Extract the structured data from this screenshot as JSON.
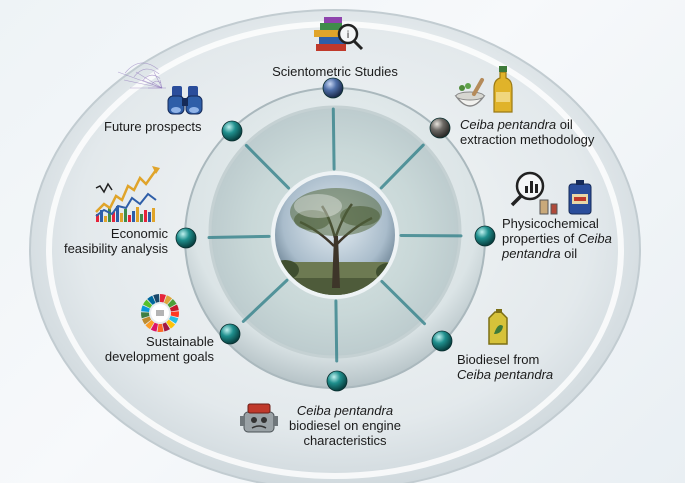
{
  "center": {
    "icon": "tree-photo"
  },
  "nodes": [
    {
      "id": "scientometric",
      "lines": [
        [
          {
            "t": "Scientometric Studies",
            "i": false
          }
        ]
      ],
      "icon": "books-magnifier-icon"
    },
    {
      "id": "extraction",
      "lines": [
        [
          {
            "t": "Ceiba pentandra",
            "i": true
          },
          {
            "t": " oil",
            "i": false
          }
        ],
        [
          {
            "t": "extraction methodology",
            "i": false
          }
        ]
      ],
      "icon": "mortar-oil-bottle-icon"
    },
    {
      "id": "physicochemical",
      "lines": [
        [
          {
            "t": "Physicochemical",
            "i": false
          }
        ],
        [
          {
            "t": "properties of ",
            "i": false
          },
          {
            "t": "Ceiba",
            "i": true
          }
        ],
        [
          {
            "t": "pentandra",
            "i": true
          },
          {
            "t": " oil",
            "i": false
          }
        ]
      ],
      "icon": "lab-analysis-icon"
    },
    {
      "id": "biodiesel",
      "lines": [
        [
          {
            "t": "Biodiesel from",
            "i": false
          }
        ],
        [
          {
            "t": "Ceiba pentandra",
            "i": true
          }
        ]
      ],
      "icon": "fuel-can-icon"
    },
    {
      "id": "engine",
      "lines": [
        [
          {
            "t": "Ceiba pentandra",
            "i": true
          }
        ],
        [
          {
            "t": "biodiesel on engine",
            "i": false
          }
        ],
        [
          {
            "t": "characteristics",
            "i": false
          }
        ]
      ],
      "icon": "engine-icon"
    },
    {
      "id": "sdg",
      "lines": [
        [
          {
            "t": "Sustainable",
            "i": false
          }
        ],
        [
          {
            "t": "development goals",
            "i": false
          }
        ]
      ],
      "icon": "sdg-wheel-icon"
    },
    {
      "id": "economic",
      "lines": [
        [
          {
            "t": "Economic",
            "i": false
          }
        ],
        [
          {
            "t": "feasibility analysis",
            "i": false
          }
        ]
      ],
      "icon": "chart-trend-icon"
    },
    {
      "id": "future",
      "lines": [
        [
          {
            "t": "Future prospects",
            "i": false
          }
        ]
      ],
      "icon": "binoculars-icon"
    }
  ],
  "colors": {
    "node": "#1f8f8d",
    "node_top": "#4f6fa8",
    "node_extraction": "#6d6a66",
    "spoke": "#2c7d86",
    "ring": "#c9d3d8"
  }
}
